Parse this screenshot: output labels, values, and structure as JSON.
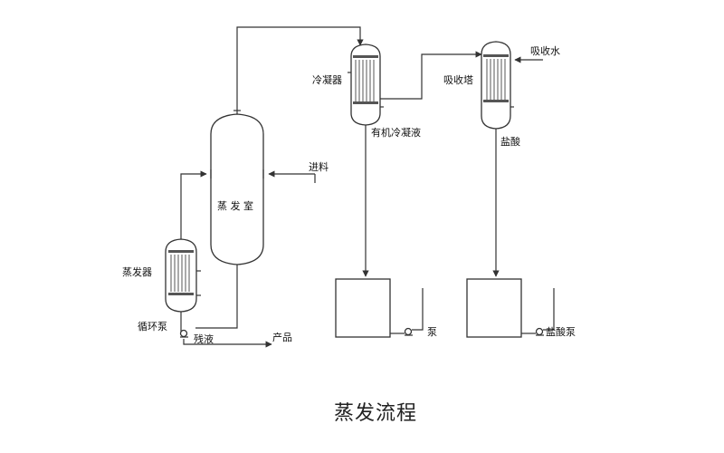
{
  "labels": {
    "evaporation_chamber": "蒸 发 室",
    "feed": "进料",
    "evaporator": "蒸发器",
    "circulation_pump": "循环泵",
    "residue": "残液",
    "product": "产品",
    "condenser": "冷凝器",
    "organic_condensate": "有机冷凝液",
    "pump": "泵",
    "absorption_tower": "吸收塔",
    "absorption_water": "吸收水",
    "hydrochloric_acid": "盐酸",
    "hcl_pump": "盐酸泵"
  },
  "caption": "蒸发流程"
}
